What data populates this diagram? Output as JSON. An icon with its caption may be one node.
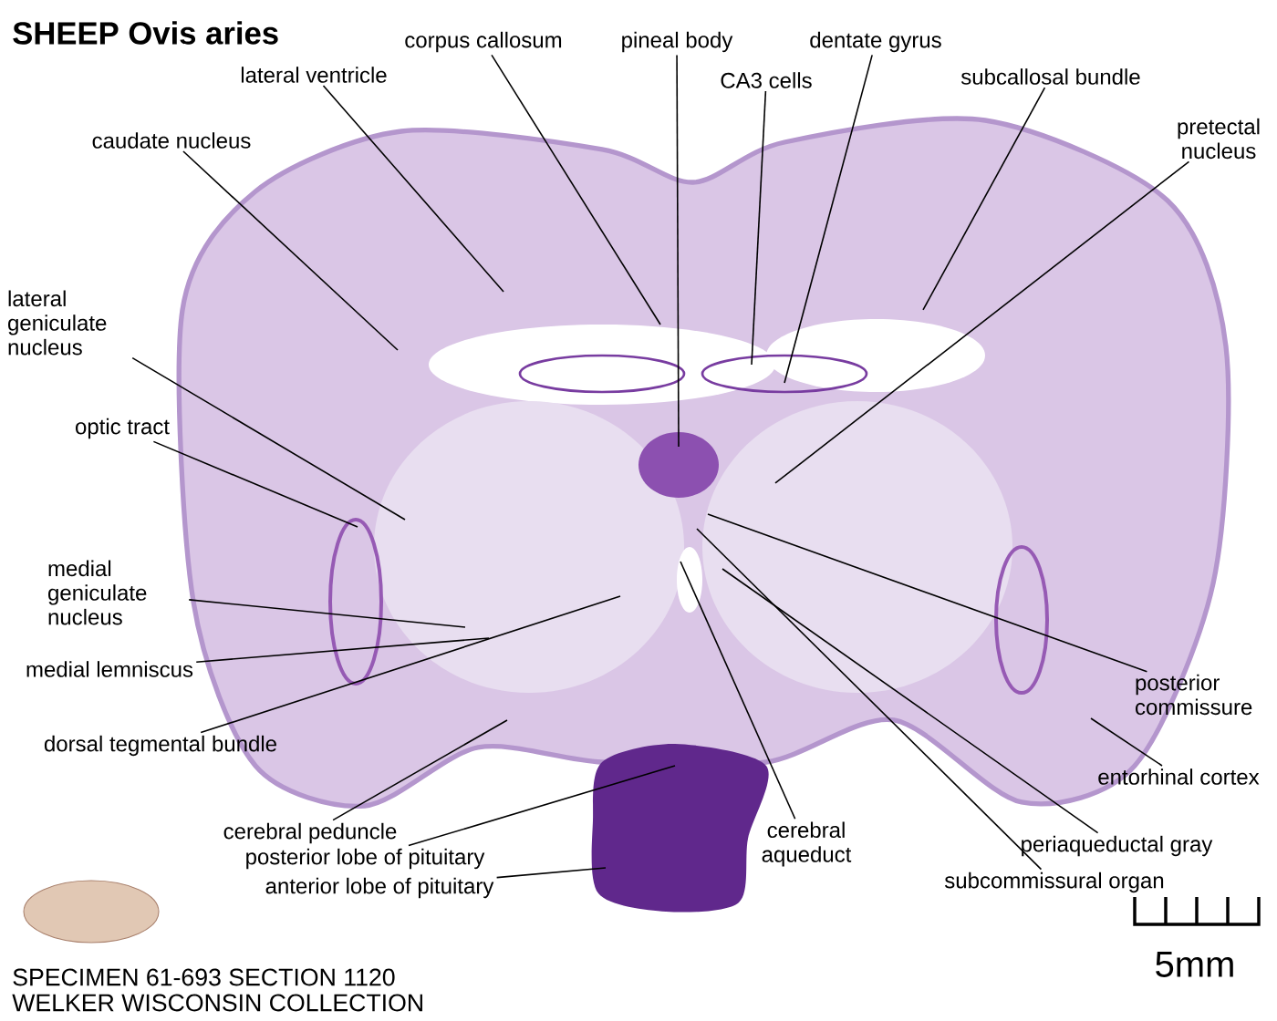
{
  "diagram": {
    "title": "SHEEP Ovis aries",
    "nodes": [
      {
        "text": [
          "corpus callosum"
        ]
      },
      {
        "text": [
          "pineal body"
        ]
      },
      {
        "text": [
          "dentate gyrus"
        ]
      },
      {
        "text": [
          "CA3 cells"
        ]
      },
      {
        "text": [
          "lateral ventricle"
        ]
      },
      {
        "text": [
          "subcallosal bundle"
        ]
      },
      {
        "text": [
          "caudate nucleus"
        ]
      },
      {
        "text": [
          "pretectal nucleus"
        ]
      },
      {
        "text": [
          "lateral geniculate nucleus"
        ]
      },
      {
        "text": [
          "optic tract"
        ]
      },
      {
        "text": [
          "medial geniculate nucleus"
        ]
      },
      {
        "text": [
          "medial lemniscus"
        ]
      },
      {
        "text": [
          "dorsal tegmental bundle"
        ]
      },
      {
        "text": [
          "posterior commissure"
        ]
      },
      {
        "text": [
          "entorhinal cortex"
        ]
      },
      {
        "text": [
          "cerebral peduncle"
        ]
      },
      {
        "text": [
          "posterior lobe of pituitary"
        ]
      },
      {
        "text": [
          "anterior lobe of pituitary"
        ]
      },
      {
        "text": [
          "cerebral aqueduct"
        ]
      },
      {
        "text": [
          "periaqueductal gray"
        ]
      },
      {
        "text": [
          "subcommissural organ"
        ]
      }
    ],
    "edges": [
      {
        "from": 0,
        "to": null,
        "arrow": "none"
      },
      {
        "from": 1,
        "to": null,
        "arrow": "none"
      },
      {
        "from": 2,
        "to": null,
        "arrow": "none"
      },
      {
        "from": 3,
        "to": null,
        "arrow": "none"
      },
      {
        "from": 4,
        "to": null,
        "arrow": "none"
      },
      {
        "from": 5,
        "to": null,
        "arrow": "none"
      },
      {
        "from": 6,
        "to": null,
        "arrow": "none"
      },
      {
        "from": 7,
        "to": null,
        "arrow": "none"
      },
      {
        "from": 8,
        "to": null,
        "arrow": "none"
      },
      {
        "from": 9,
        "to": null,
        "arrow": "none"
      },
      {
        "from": 10,
        "to": null,
        "arrow": "none"
      },
      {
        "from": 11,
        "to": null,
        "arrow": "none"
      },
      {
        "from": 12,
        "to": null,
        "arrow": "none"
      },
      {
        "from": 13,
        "to": null,
        "arrow": "none"
      },
      {
        "from": 14,
        "to": null,
        "arrow": "none"
      },
      {
        "from": 15,
        "to": null,
        "arrow": "none"
      },
      {
        "from": 16,
        "to": null,
        "arrow": "none"
      },
      {
        "from": 17,
        "to": null,
        "arrow": "none"
      },
      {
        "from": 18,
        "to": null,
        "arrow": "none"
      },
      {
        "from": 19,
        "to": null,
        "arrow": "none"
      },
      {
        "from": 20,
        "to": null,
        "arrow": "none"
      }
    ],
    "labels": [
      "SPECIMEN 61-693  SECTION 1120",
      "WELKER WISCONSIN COLLECTION",
      "5mm"
    ]
  }
}
